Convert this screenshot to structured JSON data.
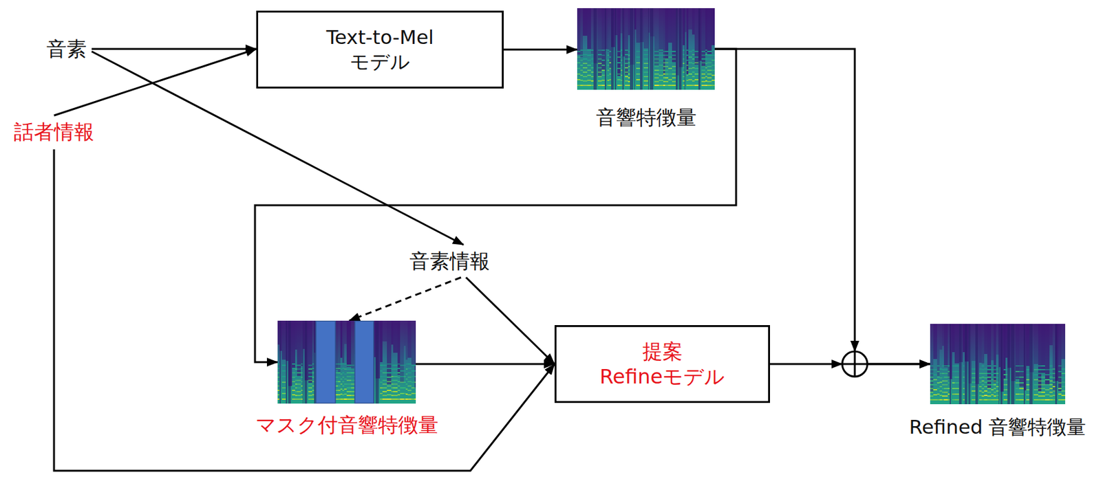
{
  "diagram": {
    "nodes": [
      {
        "text": [
          "音素"
        ]
      },
      {
        "text": [
          "話者情報"
        ]
      },
      {
        "text": [
          "Text-to-Mel モデル"
        ]
      },
      {
        "text": [
          "音響特徴量"
        ]
      },
      {
        "text": [
          "音素情報"
        ]
      },
      {
        "text": [
          "マスク付音響特徴量"
        ]
      },
      {
        "text": [
          "提案 Refineモデル"
        ]
      },
      {
        "text": [
          "Refined 音響特徴量"
        ]
      }
    ],
    "edges": [
      {
        "from": 0,
        "to": 2,
        "arrow": "to"
      },
      {
        "from": 1,
        "to": 2,
        "arrow": "to"
      },
      {
        "from": 2,
        "to": 3,
        "arrow": "to"
      },
      {
        "from": 0,
        "to": 4,
        "arrow": "to"
      },
      {
        "from": 3,
        "to": 5,
        "arrow": "to"
      },
      {
        "from": 3,
        "to": 7,
        "arrow": "to"
      },
      {
        "from": 4,
        "to": 5,
        "arrow": "to"
      },
      {
        "from": 4,
        "to": 6,
        "arrow": "to"
      },
      {
        "from": 5,
        "to": 6,
        "arrow": "to"
      },
      {
        "from": 1,
        "to": 6,
        "arrow": "to"
      },
      {
        "from": 6,
        "to": 7,
        "arrow": "to"
      }
    ]
  }
}
